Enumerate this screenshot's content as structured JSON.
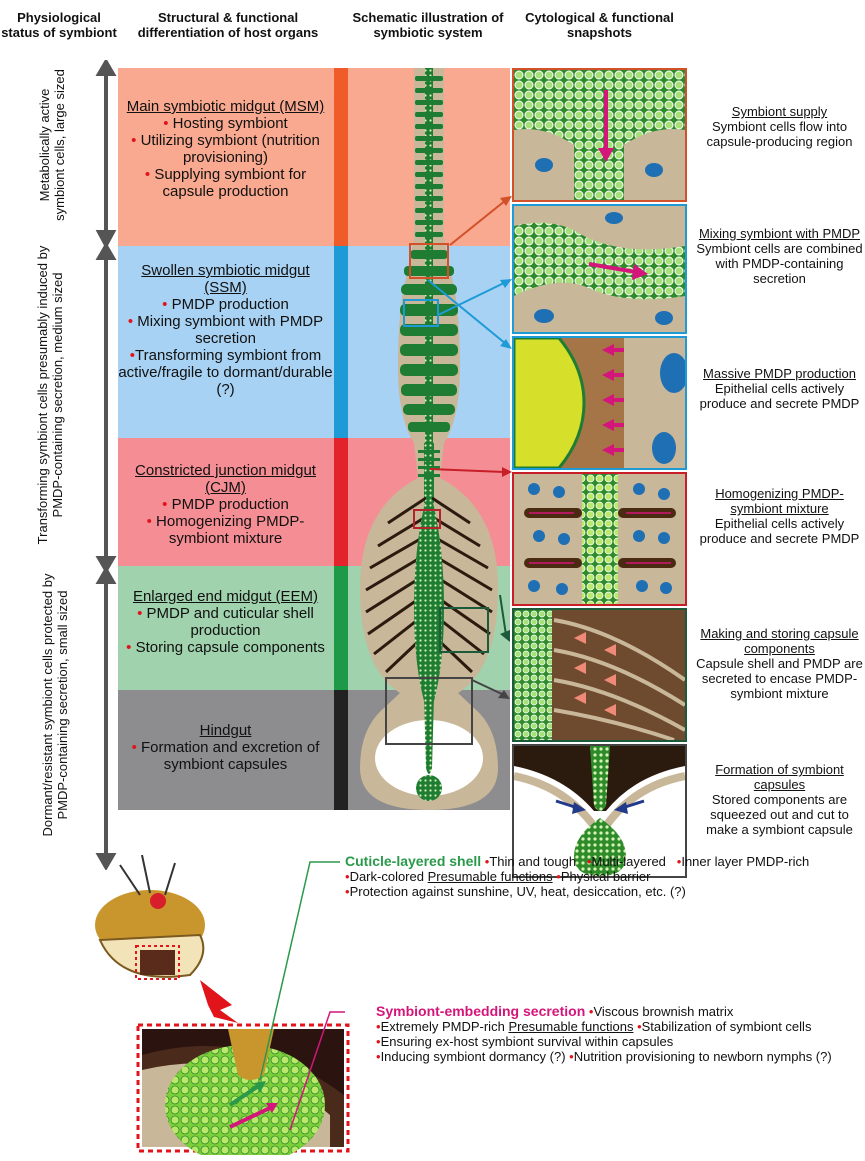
{
  "headers": {
    "col1": "Physiological status of symbiont",
    "col2": "Structural & functional differentiation of host organs",
    "col3": "Schematic illustration of symbiotic system",
    "col4": "Cytological & functional snapshots"
  },
  "status": {
    "active": "Metabolically active symbiont cells, large sized",
    "transforming": "Transforming symbiont cells presumably induced by PMDP-containing secretion, medium sized",
    "dormant": "Dormant/resistant symbiont cells protected by PMDP-containing secretion, small sized"
  },
  "organs": {
    "msm": {
      "title": "Main symbiotic midgut (MSM)",
      "items": [
        "Hosting symbiont",
        "Utilizing symbiont (nutrition provisioning)",
        "Supplying symbiont for capsule production"
      ]
    },
    "ssm": {
      "title": "Swollen symbiotic midgut (SSM)",
      "items": [
        "PMDP production",
        "Mixing symbiont with PMDP secretion",
        "Transforming symbiont from active/fragile to dormant/durable (?)"
      ]
    },
    "cjm": {
      "title": "Constricted junction midgut (CJM)",
      "items": [
        "PMDP production",
        "Homogenizing PMDP- symbiont mixture"
      ]
    },
    "eem": {
      "title": "Enlarged end midgut (EEM)",
      "items": [
        "PMDP and cuticular shell production",
        "Storing capsule components"
      ]
    },
    "hindgut": {
      "title": "Hindgut",
      "items": [
        "Formation and excretion of symbiont capsules"
      ]
    }
  },
  "snapshots": [
    {
      "title": "Symbiont supply",
      "text": "Symbiont cells flow into capsule-producing region"
    },
    {
      "title": "Mixing symbiont with PMDP",
      "text": "Symbiont cells are combined with PMDP-containing secretion"
    },
    {
      "title": "Massive PMDP production",
      "text": "Epithelial cells actively produce and secrete PMDP"
    },
    {
      "title": "Homogenizing PMDP-symbiont mixture",
      "text": "Epithelial cells actively produce and secrete PMDP"
    },
    {
      "title": "Making and storing capsule components",
      "text": "Capsule shell and PMDP are secreted to encase PMDP-symbiont mixture"
    },
    {
      "title": "Formation of symbiont capsules",
      "text": "Stored components are squeezed out and cut to make a symbiont capsule"
    }
  ],
  "shell": {
    "title": "Cuticle-layered shell",
    "props": [
      "Thin and tough",
      "Multi-layered",
      "Inner layer PMDP-rich",
      "Dark-colored"
    ],
    "func_title": "Presumable functions",
    "funcs": [
      "Physical barrier",
      "Protection against sunshine, UV, heat, desiccation, etc. (?)"
    ]
  },
  "secretion": {
    "title": "Symbiont-embedding secretion",
    "props": [
      "Viscous brownish matrix",
      "Extremely PMDP-rich"
    ],
    "func_title": "Presumable functions",
    "funcs": [
      "Stabilization of symbiont cells",
      "Ensuring ex-host symbiont survival within capsules",
      "Inducing symbiont dormancy (?)",
      "Nutrition provisioning to newborn nymphs (?)"
    ]
  },
  "colors": {
    "msm": "#f8a98f",
    "ssm": "#a8d2f3",
    "cjm": "#f58e94",
    "eem": "#9fd2ad",
    "hindgut": "#8d8c8f",
    "gut_green": "#1e7d32",
    "tan": "#c9b79a",
    "brown": "#7a4a1e",
    "red": "#e0141a",
    "magenta": "#d4157a",
    "cyan": "#2a9ad4"
  }
}
